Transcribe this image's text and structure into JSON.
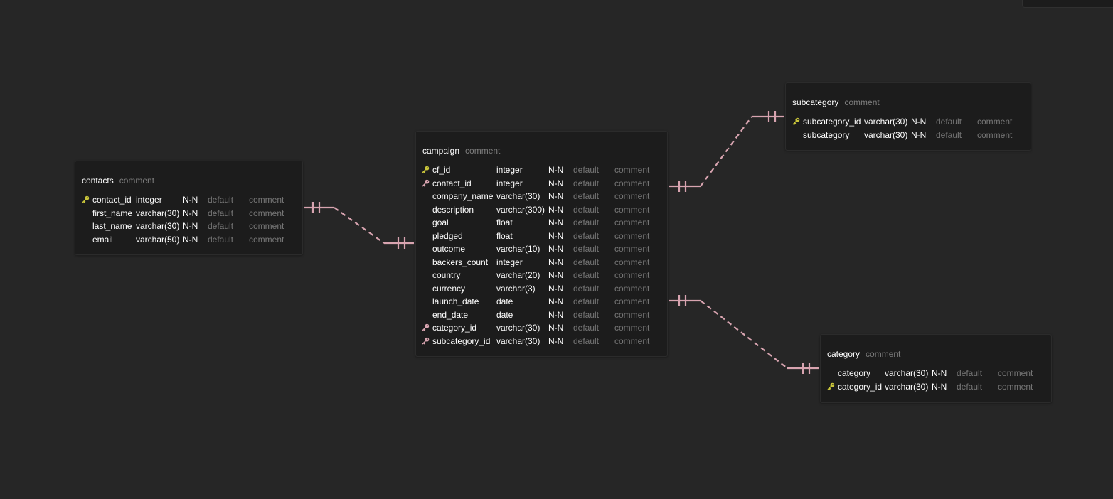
{
  "colors": {
    "background": "#262626",
    "table_bg": "#1c1c1c",
    "relation_line": "#d8a4b0",
    "primary_key": "#c8c43a",
    "foreign_key": "#d8a4b0"
  },
  "tables": [
    {
      "name": "contacts",
      "comment": "comment",
      "columns": [
        {
          "name": "contact_id",
          "type": "integer",
          "nullability": "N-N",
          "default": "default",
          "comment": "comment",
          "key": "primary"
        },
        {
          "name": "first_name",
          "type": "varchar(30)",
          "nullability": "N-N",
          "default": "default",
          "comment": "comment",
          "key": "none"
        },
        {
          "name": "last_name",
          "type": "varchar(30)",
          "nullability": "N-N",
          "default": "default",
          "comment": "comment",
          "key": "none"
        },
        {
          "name": "email",
          "type": "varchar(50)",
          "nullability": "N-N",
          "default": "default",
          "comment": "comment",
          "key": "none"
        }
      ]
    },
    {
      "name": "campaign",
      "comment": "comment",
      "columns": [
        {
          "name": "cf_id",
          "type": "integer",
          "nullability": "N-N",
          "default": "default",
          "comment": "comment",
          "key": "primary"
        },
        {
          "name": "contact_id",
          "type": "integer",
          "nullability": "N-N",
          "default": "default",
          "comment": "comment",
          "key": "foreign"
        },
        {
          "name": "company_name",
          "type": "varchar(30)",
          "nullability": "N-N",
          "default": "default",
          "comment": "comment",
          "key": "none"
        },
        {
          "name": "description",
          "type": "varchar(300)",
          "nullability": "N-N",
          "default": "default",
          "comment": "comment",
          "key": "none"
        },
        {
          "name": "goal",
          "type": "float",
          "nullability": "N-N",
          "default": "default",
          "comment": "comment",
          "key": "none"
        },
        {
          "name": "pledged",
          "type": "float",
          "nullability": "N-N",
          "default": "default",
          "comment": "comment",
          "key": "none"
        },
        {
          "name": "outcome",
          "type": "varchar(10)",
          "nullability": "N-N",
          "default": "default",
          "comment": "comment",
          "key": "none"
        },
        {
          "name": "backers_count",
          "type": "integer",
          "nullability": "N-N",
          "default": "default",
          "comment": "comment",
          "key": "none"
        },
        {
          "name": "country",
          "type": "varchar(20)",
          "nullability": "N-N",
          "default": "default",
          "comment": "comment",
          "key": "none"
        },
        {
          "name": "currency",
          "type": "varchar(3)",
          "nullability": "N-N",
          "default": "default",
          "comment": "comment",
          "key": "none"
        },
        {
          "name": "launch_date",
          "type": "date",
          "nullability": "N-N",
          "default": "default",
          "comment": "comment",
          "key": "none"
        },
        {
          "name": "end_date",
          "type": "date",
          "nullability": "N-N",
          "default": "default",
          "comment": "comment",
          "key": "none"
        },
        {
          "name": "category_id",
          "type": "varchar(30)",
          "nullability": "N-N",
          "default": "default",
          "comment": "comment",
          "key": "foreign"
        },
        {
          "name": "subcategory_id",
          "type": "varchar(30)",
          "nullability": "N-N",
          "default": "default",
          "comment": "comment",
          "key": "foreign"
        }
      ]
    },
    {
      "name": "subcategory",
      "comment": "comment",
      "columns": [
        {
          "name": "subcategory_id",
          "type": "varchar(30)",
          "nullability": "N-N",
          "default": "default",
          "comment": "comment",
          "key": "primary"
        },
        {
          "name": "subcategory",
          "type": "varchar(30)",
          "nullability": "N-N",
          "default": "default",
          "comment": "comment",
          "key": "none"
        }
      ]
    },
    {
      "name": "category",
      "comment": "comment",
      "columns": [
        {
          "name": "category",
          "type": "varchar(30)",
          "nullability": "N-N",
          "default": "default",
          "comment": "comment",
          "key": "none"
        },
        {
          "name": "category_id",
          "type": "varchar(30)",
          "nullability": "N-N",
          "default": "default",
          "comment": "comment",
          "key": "primary"
        }
      ]
    }
  ],
  "relationships": [
    {
      "from_table": "contacts",
      "from_column": "contact_id",
      "to_table": "campaign",
      "to_column": "contact_id",
      "cardinality": "one-to-one"
    },
    {
      "from_table": "campaign",
      "from_column": "subcategory_id",
      "to_table": "subcategory",
      "to_column": "subcategory_id",
      "cardinality": "one-to-one"
    },
    {
      "from_table": "campaign",
      "from_column": "category_id",
      "to_table": "category",
      "to_column": "category_id",
      "cardinality": "one-to-one"
    }
  ]
}
